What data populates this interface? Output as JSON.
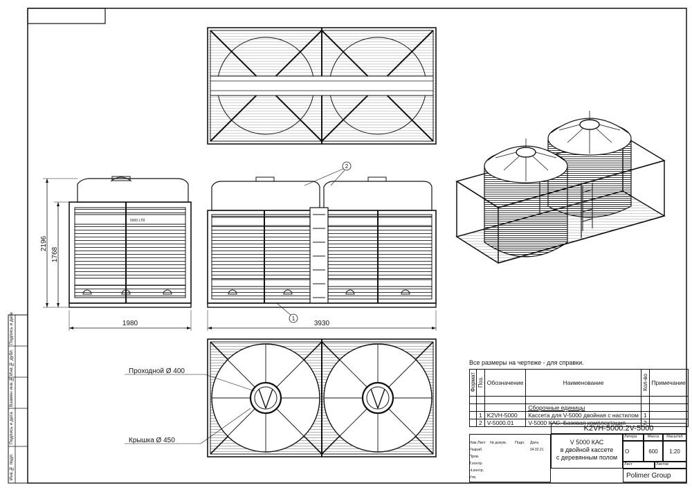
{
  "note": "Все размеры на чертеже - для справки.",
  "dimensions": {
    "height_total": "2196",
    "height_body": "1768",
    "width_side": "1980",
    "width_front": "3930"
  },
  "callouts": {
    "pos_1": "1",
    "pos_2": "2",
    "manhole": "Проходной Ø 400",
    "lid": "Крышка Ø 450"
  },
  "tank_label": "5000 LTR",
  "spec": {
    "headers": {
      "format": "Формат",
      "pos": "Поз.",
      "designation": "Обозначение",
      "name": "Наименование",
      "qty": "Кол-во",
      "note": "Примечание"
    },
    "section": "Сборочные единицы",
    "rows": [
      {
        "pos": "1",
        "designation": "K2VH-5000",
        "name": "Кассета для V-5000 двойная с настилом",
        "qty": "1"
      },
      {
        "pos": "2",
        "designation": "V-5000.01",
        "name": "V-5000 КАС. Базовая комплектация",
        "qty": "2"
      }
    ]
  },
  "title_block": {
    "code": "K2VH-5000.2V-5000",
    "title_lines": [
      "V 5000 КАС",
      "в двойной кассете",
      "с деревянным полом"
    ],
    "labels": {
      "izm": "Изм.",
      "list": "Лист",
      "doc_no": "№ докум.",
      "sign": "Подп.",
      "date": "Дата",
      "developer": "Разраб.",
      "checker": "Пров.",
      "tech_control": "Т.контр.",
      "norm_control": "Н.контр.",
      "approved": "Утв.",
      "litera": "Литера",
      "mass": "Масса",
      "scale": "Масштаб",
      "sheet": "Лист",
      "sheets": "Листов"
    },
    "date_value": "04.02.21",
    "litera_value": "O",
    "mass_value": "600",
    "scale_value": "1:20",
    "company": "Polimer Group"
  },
  "side_stamp": [
    "Подпись и дата",
    "Инв.№ дубл.",
    "Взамен инв.№",
    "Подпись и дата",
    "Инв.№ подл."
  ]
}
